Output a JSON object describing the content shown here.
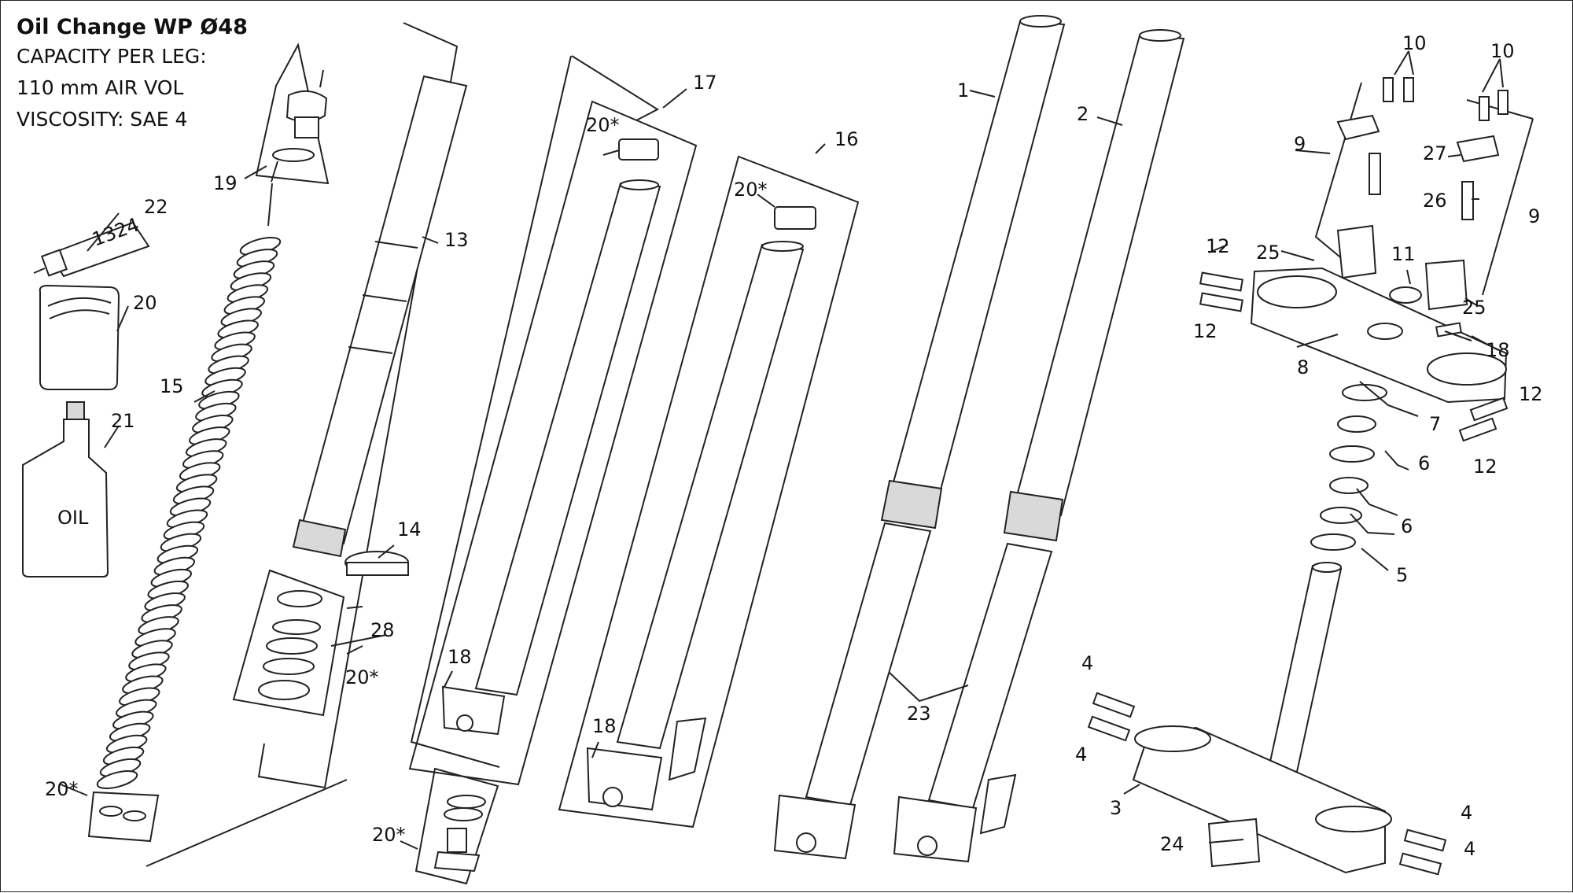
{
  "header": {
    "title": "Oil Change WP Ø48",
    "line1": "CAPACITY PER LEG:",
    "line2": "110 mm AIR VOL",
    "line3": "VISCOSITY: SAE 4"
  },
  "parts": {
    "oil_label": "OIL",
    "tube_text": "1324"
  },
  "callouts": [
    {
      "id": "c1",
      "text": "1"
    },
    {
      "id": "c2",
      "text": "2"
    },
    {
      "id": "c3",
      "text": "3"
    },
    {
      "id": "c4a",
      "text": "4"
    },
    {
      "id": "c4b",
      "text": "4"
    },
    {
      "id": "c4c",
      "text": "4"
    },
    {
      "id": "c4d",
      "text": "4"
    },
    {
      "id": "c5",
      "text": "5"
    },
    {
      "id": "c6a",
      "text": "6"
    },
    {
      "id": "c6b",
      "text": "6"
    },
    {
      "id": "c7",
      "text": "7"
    },
    {
      "id": "c8",
      "text": "8"
    },
    {
      "id": "c9a",
      "text": "9"
    },
    {
      "id": "c9b",
      "text": "9"
    },
    {
      "id": "c10a",
      "text": "10"
    },
    {
      "id": "c10b",
      "text": "10"
    },
    {
      "id": "c11",
      "text": "11"
    },
    {
      "id": "c12a",
      "text": "12"
    },
    {
      "id": "c12b",
      "text": "12"
    },
    {
      "id": "c12c",
      "text": "12"
    },
    {
      "id": "c12d",
      "text": "12"
    },
    {
      "id": "c13",
      "text": "13"
    },
    {
      "id": "c14",
      "text": "14"
    },
    {
      "id": "c15",
      "text": "15"
    },
    {
      "id": "c16",
      "text": "16"
    },
    {
      "id": "c17",
      "text": "17"
    },
    {
      "id": "c18a",
      "text": "18"
    },
    {
      "id": "c18b",
      "text": "18"
    },
    {
      "id": "c18c",
      "text": "18"
    },
    {
      "id": "c19",
      "text": "19"
    },
    {
      "id": "c20a",
      "text": "20"
    },
    {
      "id": "c20b",
      "text": "20*"
    },
    {
      "id": "c20c",
      "text": "20*"
    },
    {
      "id": "c20d",
      "text": "20*"
    },
    {
      "id": "c20e",
      "text": "20*"
    },
    {
      "id": "c20f",
      "text": "20*"
    },
    {
      "id": "c21",
      "text": "21"
    },
    {
      "id": "c22",
      "text": "22"
    },
    {
      "id": "c23",
      "text": "23"
    },
    {
      "id": "c24",
      "text": "24"
    },
    {
      "id": "c25a",
      "text": "25"
    },
    {
      "id": "c25b",
      "text": "25"
    },
    {
      "id": "c26",
      "text": "26"
    },
    {
      "id": "c27",
      "text": "27"
    },
    {
      "id": "c28",
      "text": "28"
    }
  ]
}
